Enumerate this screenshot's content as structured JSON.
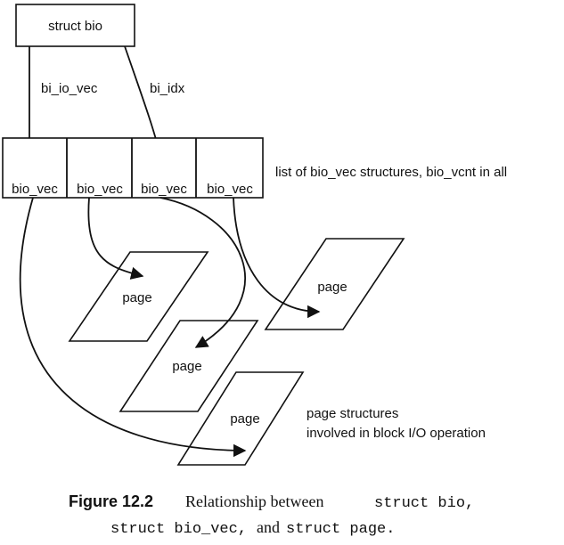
{
  "diagram": {
    "top_node": "struct bio",
    "edge_labels": {
      "io_vec": "bi_io_vec",
      "idx": "bi_idx"
    },
    "bio_vec_cells": [
      "bio_vec",
      "bio_vec",
      "bio_vec",
      "bio_vec"
    ],
    "vec_list_note": "list of bio_vec structures, bio_vcnt in all",
    "pages": [
      "page",
      "page",
      "page",
      "page"
    ],
    "page_note_line1": "page structures",
    "page_note_line2": "involved in block I/O operation"
  },
  "caption": {
    "figure_label": "Figure 12.2",
    "line1_text": "Relationship between",
    "line1_code": "struct bio,",
    "line2_code1": "struct bio_vec,",
    "line2_text": "and",
    "line2_code2": "struct page."
  }
}
